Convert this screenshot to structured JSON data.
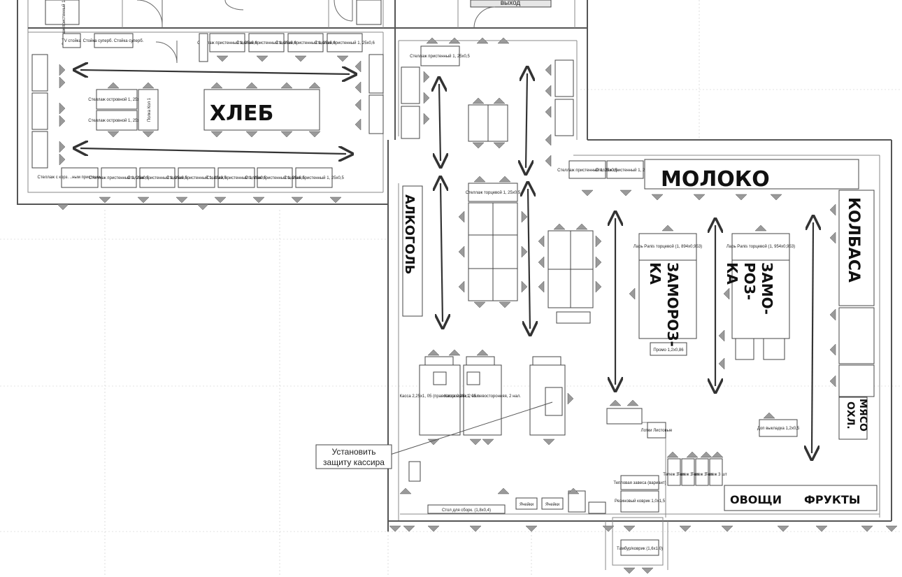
{
  "exit_label": "выход",
  "note_text": [
    "Установить",
    "защиту кассира"
  ],
  "zones": {
    "bread": "ХЛЕБ",
    "milk": "МОЛОКО",
    "sausage": "КОЛБАСА",
    "alcohol": "АЛКОГОЛЬ",
    "frozen_left": [
      "ЗАМОРОЗ-",
      "КА"
    ],
    "frozen_right": [
      "ЗАМО-",
      "РОЗ-",
      "КА"
    ],
    "meat": [
      "МЯСО",
      "ОХЛ."
    ],
    "veg": "ОВОЩИ",
    "fruit": "ФРУКТЫ"
  },
  "labels": {
    "shelf_wall_a": "Стеллаж пристенный 1, 25x0,5",
    "shelf_wall_b": "Стеллаж пристенный 1, 25x0,6",
    "shelf_island": "Стеллаж островной 1, 25x0,6",
    "shelf_end": "Стеллаж торцевой 1, 25x0,5",
    "shelf_corner": "Стеллаж с корз. ..ным пристенный 1,25x0,5",
    "tv_stand": "TV стойка",
    "cabinet": "Стойка суперб. Стойка суперб.",
    "bread_sign": "Полка Кол 1",
    "freezer_left": "Ларь Panis торцевой (1, 894x0,953)",
    "freezer_right": "Ларь Panis торцевой (1, 954x0,953)",
    "promo": "Промо 1,2x0,86",
    "cash_a": "Касса 2,25x1, 05 (правосторонняя, 2 нал.",
    "cash_b": "Касса 2,25x1, 05 левосторонняя, 2 нал.",
    "display_out": "Доп выкладка 1,2x0,5",
    "bag_table": "Стол для сборк. (1,8x0,4)",
    "cell": "Ячейки",
    "heat_curtain": "Тепловая завеса (вариант)",
    "mat": "Резиновый коврик 1,0x1,5",
    "shelf_veg": "Тележ 3 шт",
    "racks": "Лотки Листовые",
    "entry": "Тамбур/коврик (1,6x1,0)"
  }
}
